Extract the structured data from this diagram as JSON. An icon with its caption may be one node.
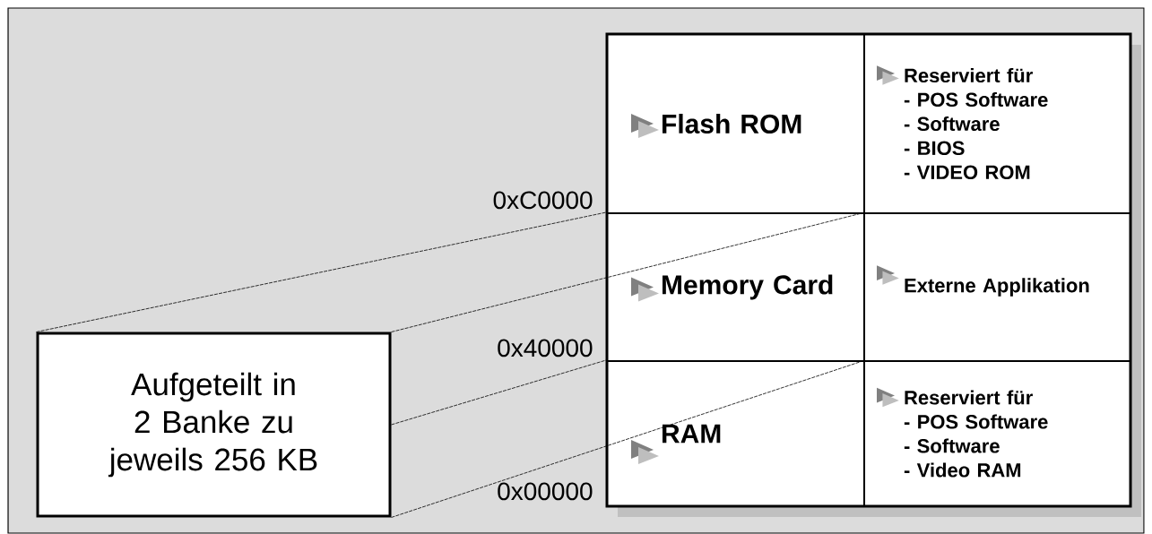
{
  "diagram": {
    "nodes": [
      {
        "text": [
          "Aufgeteilt in 2 Banke zu jeweils 256 KB"
        ]
      },
      {
        "text": [
          "Flash ROM"
        ]
      },
      {
        "text": [
          "Reserviert für",
          "- POS Software",
          "- Software",
          "- BIOS",
          "- VIDEO ROM"
        ]
      },
      {
        "text": [
          "Memory Card"
        ]
      },
      {
        "text": [
          "Externe Applikation"
        ]
      },
      {
        "text": [
          "RAM"
        ]
      },
      {
        "text": [
          "Reserviert für",
          "- POS Software",
          "- Software",
          "- Video RAM"
        ]
      }
    ],
    "edges": [
      {
        "from": 0,
        "to": 3,
        "arrow": "none"
      },
      {
        "from": 0,
        "to": 3,
        "arrow": "none"
      },
      {
        "from": 0,
        "to": 5,
        "arrow": "none"
      },
      {
        "from": 0,
        "to": 5,
        "arrow": "none"
      }
    ],
    "labels": [
      "0xC0000",
      "0x40000",
      "0x00000"
    ]
  }
}
